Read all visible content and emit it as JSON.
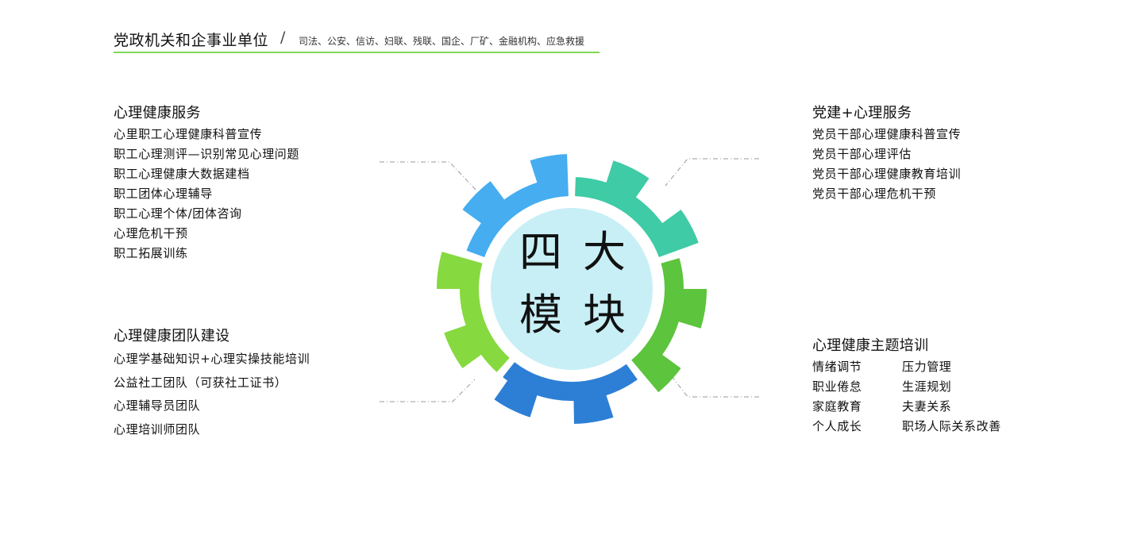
{
  "header": {
    "title": "党政机关和企事业单位",
    "slash": "/",
    "subtitle": "司法、公安、信访、妇联、残联、国企、厂矿、金融机构、应急救援"
  },
  "modules": {
    "top_left": {
      "title": "心理健康服务",
      "items": [
        "心里职工心理健康科普宣传",
        "职工心理测评—识别常见心理问题",
        "职工心理健康大数据建档",
        "职工团体心理辅导",
        "职工心理个体/团体咨询",
        "心理危机干预",
        "职工拓展训练"
      ]
    },
    "bottom_left": {
      "title": "心理健康团队建设",
      "items": [
        "心理学基础知识+心理实操技能培训",
        "公益社工团队（可获社工证书）",
        "心理辅导员团队",
        "心理培训师团队"
      ]
    },
    "top_right": {
      "title": "党建+心理服务",
      "items": [
        "党员干部心理健康科普宣传",
        "党员干部心理评估",
        "党员干部心理健康教育培训",
        "党员干部心理危机干预"
      ]
    },
    "bottom_right": {
      "title": "心理健康主题培训",
      "items": [
        [
          "情绪调节",
          "压力管理"
        ],
        [
          "职业倦怠",
          "生涯规划"
        ],
        [
          "家庭教育",
          "夫妻关系"
        ],
        [
          "个人成长",
          "职场人际关系改善"
        ]
      ]
    }
  },
  "center": {
    "chars": [
      "四",
      "大",
      "模",
      "块"
    ]
  },
  "colors": {
    "accent_line": "#7ed957",
    "gear_top_left": "#45adf0",
    "gear_top_right": "#3ecba5",
    "gear_right": "#5cc43d",
    "gear_bottom": "#2d7fd6",
    "gear_left": "#86d93f",
    "center_fill": "#c8eff6",
    "connector": "#9a9a9a"
  }
}
